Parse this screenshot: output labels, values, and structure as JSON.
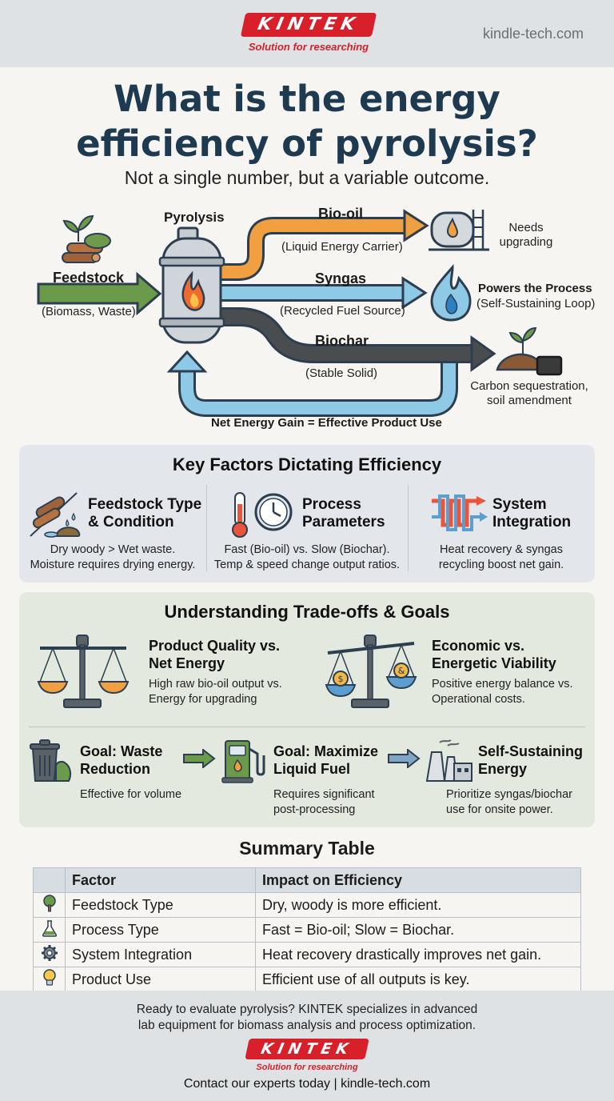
{
  "header": {
    "logo_text": "KINTEK",
    "logo_tagline": "Solution for researching",
    "site": "kindle-tech.com"
  },
  "title_line1": "What is the energy",
  "title_line2": "efficiency of pyrolysis?",
  "subtitle": "Not a single number, but a variable outcome.",
  "diagram": {
    "feedstock_label": "Feedstock",
    "feedstock_sub": "(Biomass, Waste)",
    "reactor_label": "Pyrolysis",
    "biooil_label": "Bio-oil",
    "biooil_sub": "(Liquid Energy Carrier)",
    "biooil_out": "Needs upgrading",
    "syngas_label": "Syngas",
    "syngas_sub": "(Recycled Fuel Source)",
    "syngas_out_title": "Powers the Process",
    "syngas_out_sub": "(Self-Sustaining Loop)",
    "biochar_label": "Biochar",
    "biochar_sub": "(Stable Solid)",
    "biochar_out": "Carbon sequestration, soil amendment",
    "net_gain": "Net Energy Gain = Effective Product Use"
  },
  "factors": {
    "title": "Key Factors Dictating Efficiency",
    "items": [
      {
        "head1": "Feedstock Type",
        "head2": "& Condition",
        "desc1": "Dry woody > Wet waste.",
        "desc2": "Moisture requires drying energy."
      },
      {
        "head1": "Process",
        "head2": "Parameters",
        "desc1": "Fast (Bio-oil) vs. Slow (Biochar).",
        "desc2": "Temp & speed change output ratios."
      },
      {
        "head1": "System",
        "head2": "Integration",
        "desc1": "Heat recovery & syngas",
        "desc2": "recycling boost net gain."
      }
    ]
  },
  "tradeoffs": {
    "title": "Understanding Trade-offs & Goals",
    "pairs": [
      {
        "head1": "Product Quality vs.",
        "head2": "Net Energy",
        "desc1": "High raw bio-oil output vs.",
        "desc2": "Energy for upgrading"
      },
      {
        "head1": "Economic vs.",
        "head2": "Energetic Viability",
        "desc1": "Positive energy balance vs.",
        "desc2": "Operational costs."
      }
    ],
    "goals": [
      {
        "head1": "Goal: Waste",
        "head2": "Reduction",
        "desc1": "Effective for volume",
        "desc2": ""
      },
      {
        "head1": "Goal: Maximize",
        "head2": "Liquid Fuel",
        "desc1": "Requires significant",
        "desc2": "post-processing"
      },
      {
        "head1": "Self-Sustaining",
        "head2": "Energy",
        "desc1": "Prioritize syngas/biochar",
        "desc2": "use for onsite power."
      }
    ]
  },
  "summary": {
    "title": "Summary Table",
    "col_factor": "Factor",
    "col_impact": "Impact on Efficiency",
    "rows": [
      {
        "icon": "tree-icon",
        "factor": "Feedstock Type",
        "impact": "Dry, woody is more efficient."
      },
      {
        "icon": "flask-icon",
        "factor": "Process Type",
        "impact": "Fast = Bio-oil; Slow = Biochar."
      },
      {
        "icon": "gear-icon",
        "factor": "System Integration",
        "impact": "Heat recovery drastically improves net gain."
      },
      {
        "icon": "lightbulb-icon",
        "factor": "Product Use",
        "impact": "Efficient use of all outputs is key."
      }
    ]
  },
  "footer": {
    "line1": "Ready to evaluate pyrolysis? KINTEK specializes in advanced",
    "line2": "lab equipment for biomass analysis and process optimization.",
    "logo_text": "KINTEK",
    "logo_tagline": "Solution for researching",
    "contact": "Contact our experts today | kindle-tech.com"
  },
  "colors": {
    "green_arrow": "#6a9a4a",
    "orange_flow": "#f0a040",
    "blue_flow": "#8ecae6",
    "dark_flow": "#4a4d50",
    "title": "#1e3a50",
    "brand_red": "#d8202a",
    "factor_panel": "#e3e6ea",
    "tradeoff_panel": "#e3e9df"
  }
}
